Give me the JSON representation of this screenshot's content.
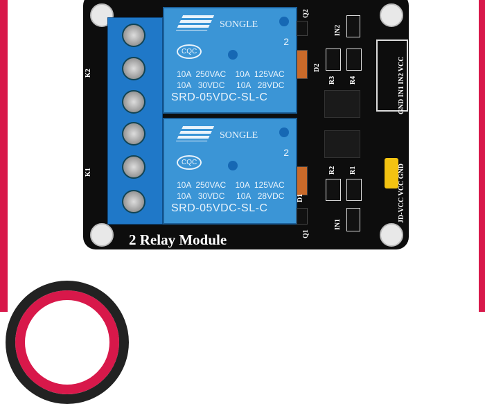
{
  "board": {
    "title": "2 Relay Module",
    "labels": {
      "k1": "K1",
      "k2": "K2",
      "q1": "Q1",
      "q2": "Q2",
      "d1": "D1",
      "d2": "D2",
      "r1": "R1",
      "r2": "R2",
      "r3": "R3",
      "r4": "R4",
      "in1": "IN1",
      "in2": "IN2",
      "header": "GND IN1 IN2 VCC",
      "jumper": "JD-VCC VCC GND"
    }
  },
  "relays": [
    {
      "brand": "SONGLE",
      "num": "2",
      "cqc": "CQC",
      "line1": "10A  250VAC    10A  125VAC",
      "line2": "10A   30VDC     10A   28VDC",
      "model": "SRD-05VDC-SL-C"
    },
    {
      "brand": "SONGLE",
      "num": "2",
      "cqc": "CQC",
      "line1": "10A  250VAC    10A  125VAC",
      "line2": "10A   30VDC     10A   28VDC",
      "model": "SRD-05VDC-SL-C"
    }
  ],
  "colors": {
    "frame": "#d8184a",
    "pcb": "#0d0d0d",
    "relay": "#3b95d6"
  }
}
